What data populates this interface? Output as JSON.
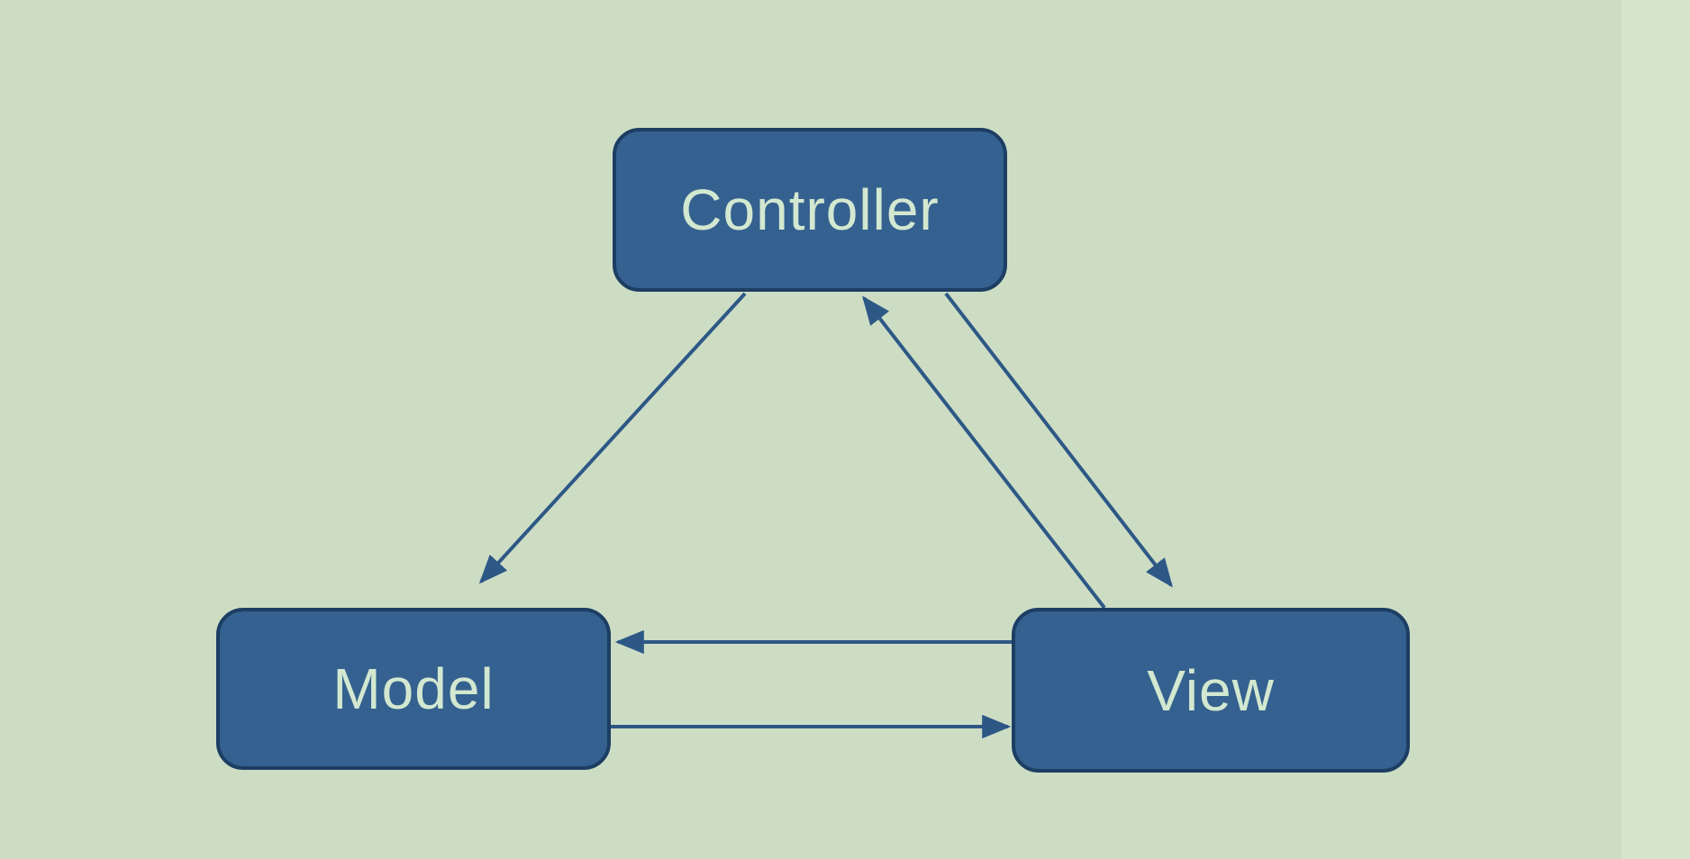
{
  "diagram": {
    "nodes": [
      {
        "id": "controller",
        "label": "Controller"
      },
      {
        "id": "model",
        "label": "Model"
      },
      {
        "id": "view",
        "label": "View"
      }
    ],
    "edges": [
      {
        "from": "controller",
        "to": "model",
        "direction": "controller-to-model"
      },
      {
        "from": "view",
        "to": "controller",
        "direction": "view-to-controller"
      },
      {
        "from": "controller",
        "to": "view",
        "direction": "controller-to-view"
      },
      {
        "from": "view",
        "to": "model",
        "direction": "view-to-model"
      },
      {
        "from": "model",
        "to": "view",
        "direction": "model-to-view"
      }
    ],
    "colors": {
      "background": "#cdddc4",
      "background_light_band": "#d7e4cc",
      "node_fill": "#34618f",
      "node_border": "#1d3e63",
      "arrow": "#2d5886",
      "label": "#d3e8d0"
    }
  }
}
